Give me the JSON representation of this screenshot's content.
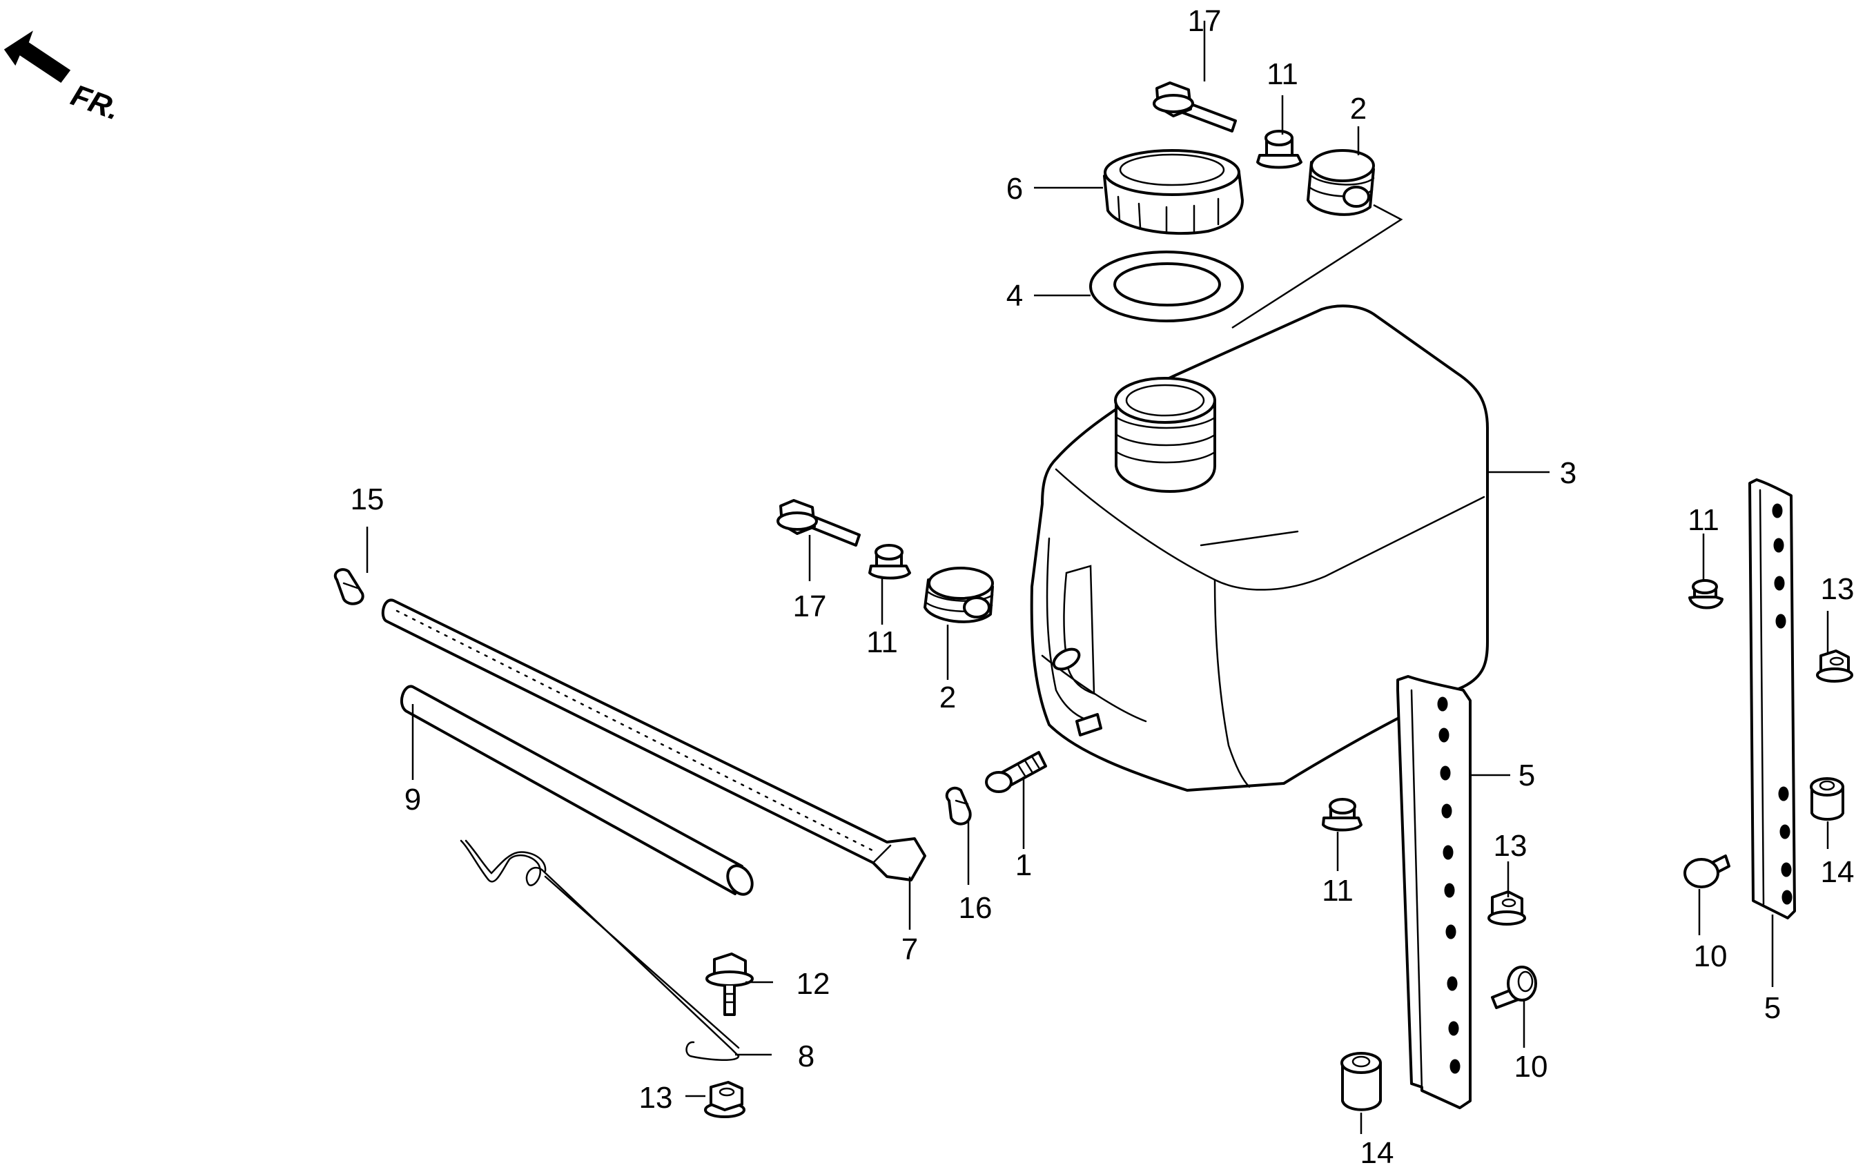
{
  "diagram": {
    "orientation_label": "FR.",
    "callouts": {
      "1": "1",
      "2a": "2",
      "2b": "2",
      "3": "3",
      "4": "4",
      "5a": "5",
      "5b": "5",
      "6": "6",
      "7": "7",
      "8": "8",
      "9": "9",
      "10a": "10",
      "10b": "10",
      "11a": "11",
      "11b": "11",
      "11c": "11",
      "11d": "11",
      "12": "12",
      "13a": "13",
      "13b": "13",
      "13c": "13",
      "14a": "14",
      "14b": "14",
      "15": "15",
      "16": "16",
      "17a": "17",
      "17b": "17"
    },
    "line_color": "#000000",
    "background_color": "#ffffff"
  }
}
